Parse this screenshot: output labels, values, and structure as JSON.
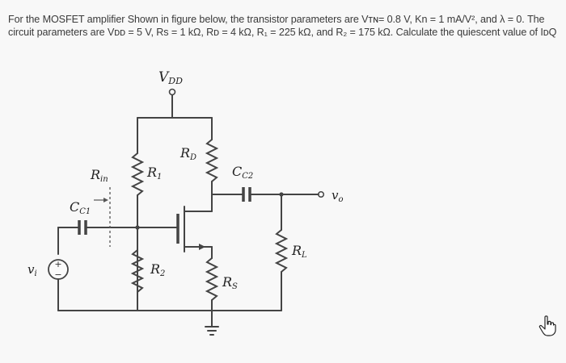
{
  "question": {
    "line1": "For the MOSFET amplifier Shown in figure below, the transistor parameters are Vᴛɴ= 0.8 V, Kn = 1 mA/V², and λ = 0. The",
    "line2": "circuit parameters are Vᴅᴅ = 5 V, Rs = 1 kΩ, Rᴅ = 4 kΩ, R₁ = 225 kΩ, and R₂ = 175 kΩ. Calculate the quiescent value of IᴅQ"
  },
  "circuit": {
    "vdd": "V",
    "vdd_sub": "DD",
    "rd": "R",
    "rd_sub": "D",
    "r1": "R",
    "r1_sub": "1",
    "r2": "R",
    "r2_sub": "2",
    "rs": "R",
    "rs_sub": "S",
    "rl": "R",
    "rl_sub": "L",
    "cc1": "C",
    "cc1_sub": "C1",
    "cc2": "C",
    "cc2_sub": "C2",
    "rin": "R",
    "rin_sub": "in",
    "vi": "v",
    "vi_sub": "i",
    "vo": "v",
    "vo_sub": "o",
    "source_plus": "+",
    "source_minus": "−"
  },
  "colors": {
    "background": "#f8f8f8",
    "text": "#3a3a3a",
    "wire": "#444444"
  },
  "icons": {
    "cursor": "hand-pointer-icon"
  }
}
